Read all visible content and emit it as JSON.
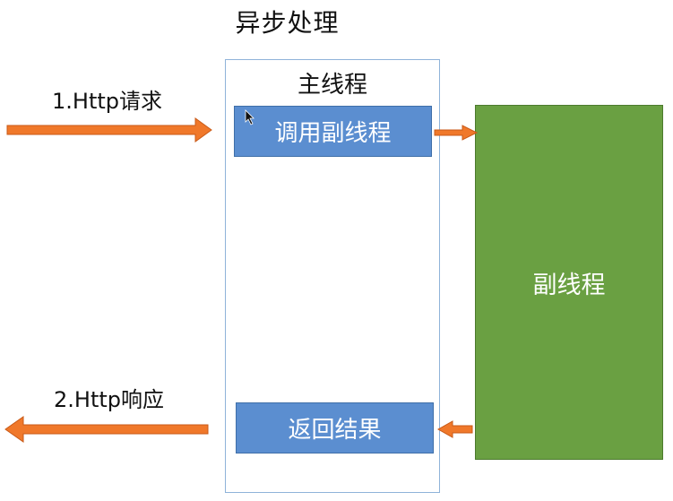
{
  "diagram": {
    "title": "异步处理",
    "main_thread_label": "主线程",
    "call_box_label": "调用副线程",
    "return_box_label": "返回结果",
    "worker_thread_label": "副线程",
    "request_label": "1.Http请求",
    "response_label": "2.Http响应"
  },
  "colors": {
    "arrow": "#f0782a",
    "arrow_stroke": "#c85a18",
    "box_blue": "#5b8ed0",
    "box_green": "#6aa042",
    "frame_border": "#8fb3d9"
  },
  "icons": {
    "cursor": "mouse-cursor-icon"
  }
}
